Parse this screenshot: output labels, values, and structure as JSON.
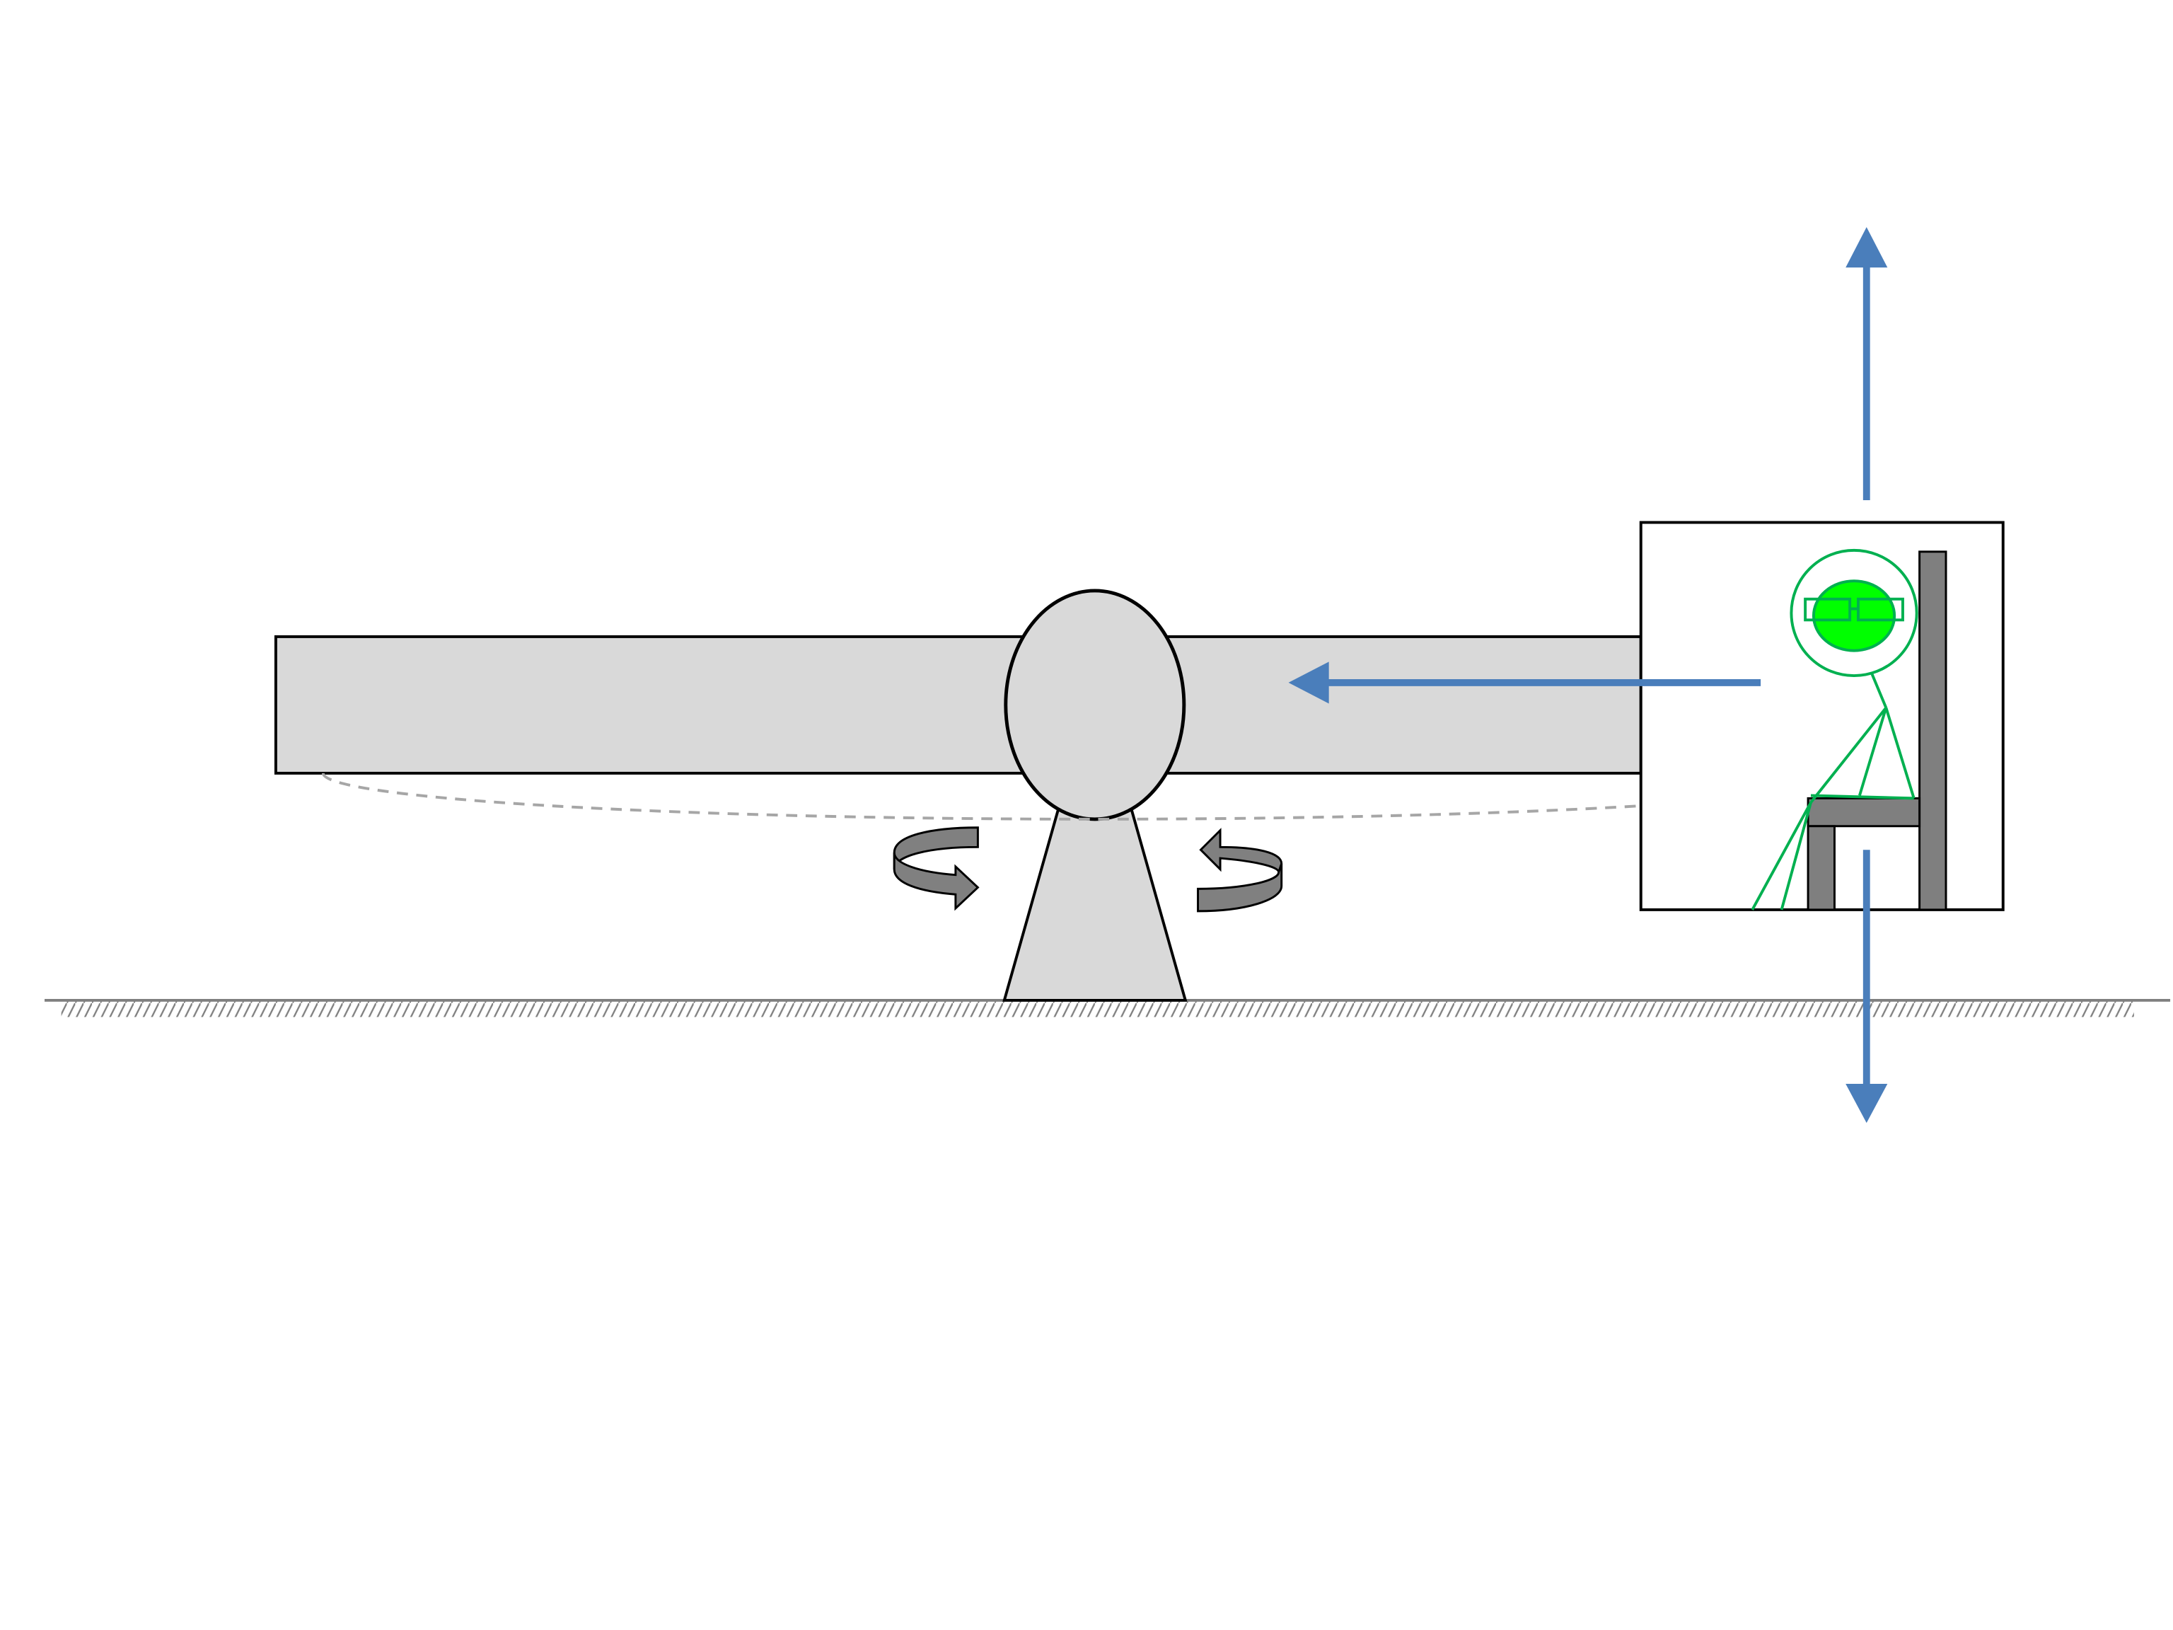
{
  "diagram": {
    "description_free": true,
    "colors": {
      "background": "#ffffff",
      "arm_fill": "#d9d9d9",
      "pivot_fill": "#d9d9d9",
      "outline": "#000000",
      "ground_line": "#808080",
      "hatch": "#808080",
      "orbit_dashes": "#a6a6a6",
      "rotation_arrow_fill": "#808080",
      "force_arrow": "#4a7ebb",
      "person_stroke": "#00b050",
      "person_head_fill": "#00ff00",
      "chair_fill": "#7f7f7f"
    },
    "icons": {
      "rotation_left": "curved-rotation-arrow",
      "rotation_right": "curved-rotation-arrow",
      "force_up": "arrow-up",
      "force_down": "arrow-down",
      "force_left": "arrow-left",
      "person": "seated-stick-figure-with-glasses",
      "chair": "chair"
    }
  }
}
